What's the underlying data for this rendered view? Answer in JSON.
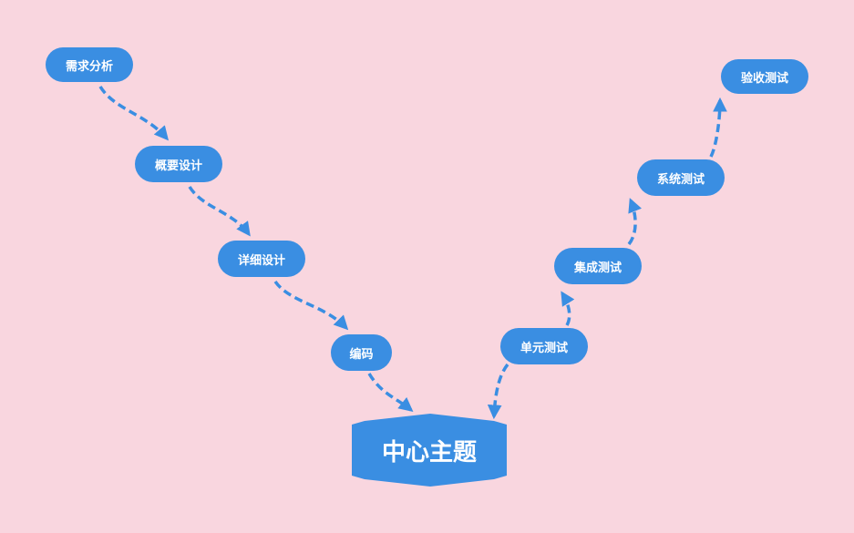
{
  "diagram": {
    "background": "#f9d6df",
    "node_color": "#3a8ee2",
    "edge_color": "#3a8ee2",
    "center": {
      "label": "中心主题"
    },
    "nodes": [
      {
        "id": "n1",
        "label": "需求分析"
      },
      {
        "id": "n2",
        "label": "概要设计"
      },
      {
        "id": "n3",
        "label": "详细设计"
      },
      {
        "id": "n4",
        "label": "编码"
      },
      {
        "id": "n5",
        "label": "单元测试"
      },
      {
        "id": "n6",
        "label": "集成测试"
      },
      {
        "id": "n7",
        "label": "系统测试"
      },
      {
        "id": "n8",
        "label": "验收测试"
      }
    ],
    "edges": [
      {
        "from": "需求分析",
        "to": "概要设计"
      },
      {
        "from": "概要设计",
        "to": "详细设计"
      },
      {
        "from": "详细设计",
        "to": "编码"
      },
      {
        "from": "编码",
        "to": "中心主题"
      },
      {
        "from": "单元测试",
        "to": "中心主题"
      },
      {
        "from": "单元测试",
        "to": "集成测试"
      },
      {
        "from": "集成测试",
        "to": "系统测试"
      },
      {
        "from": "系统测试",
        "to": "验收测试"
      }
    ]
  }
}
